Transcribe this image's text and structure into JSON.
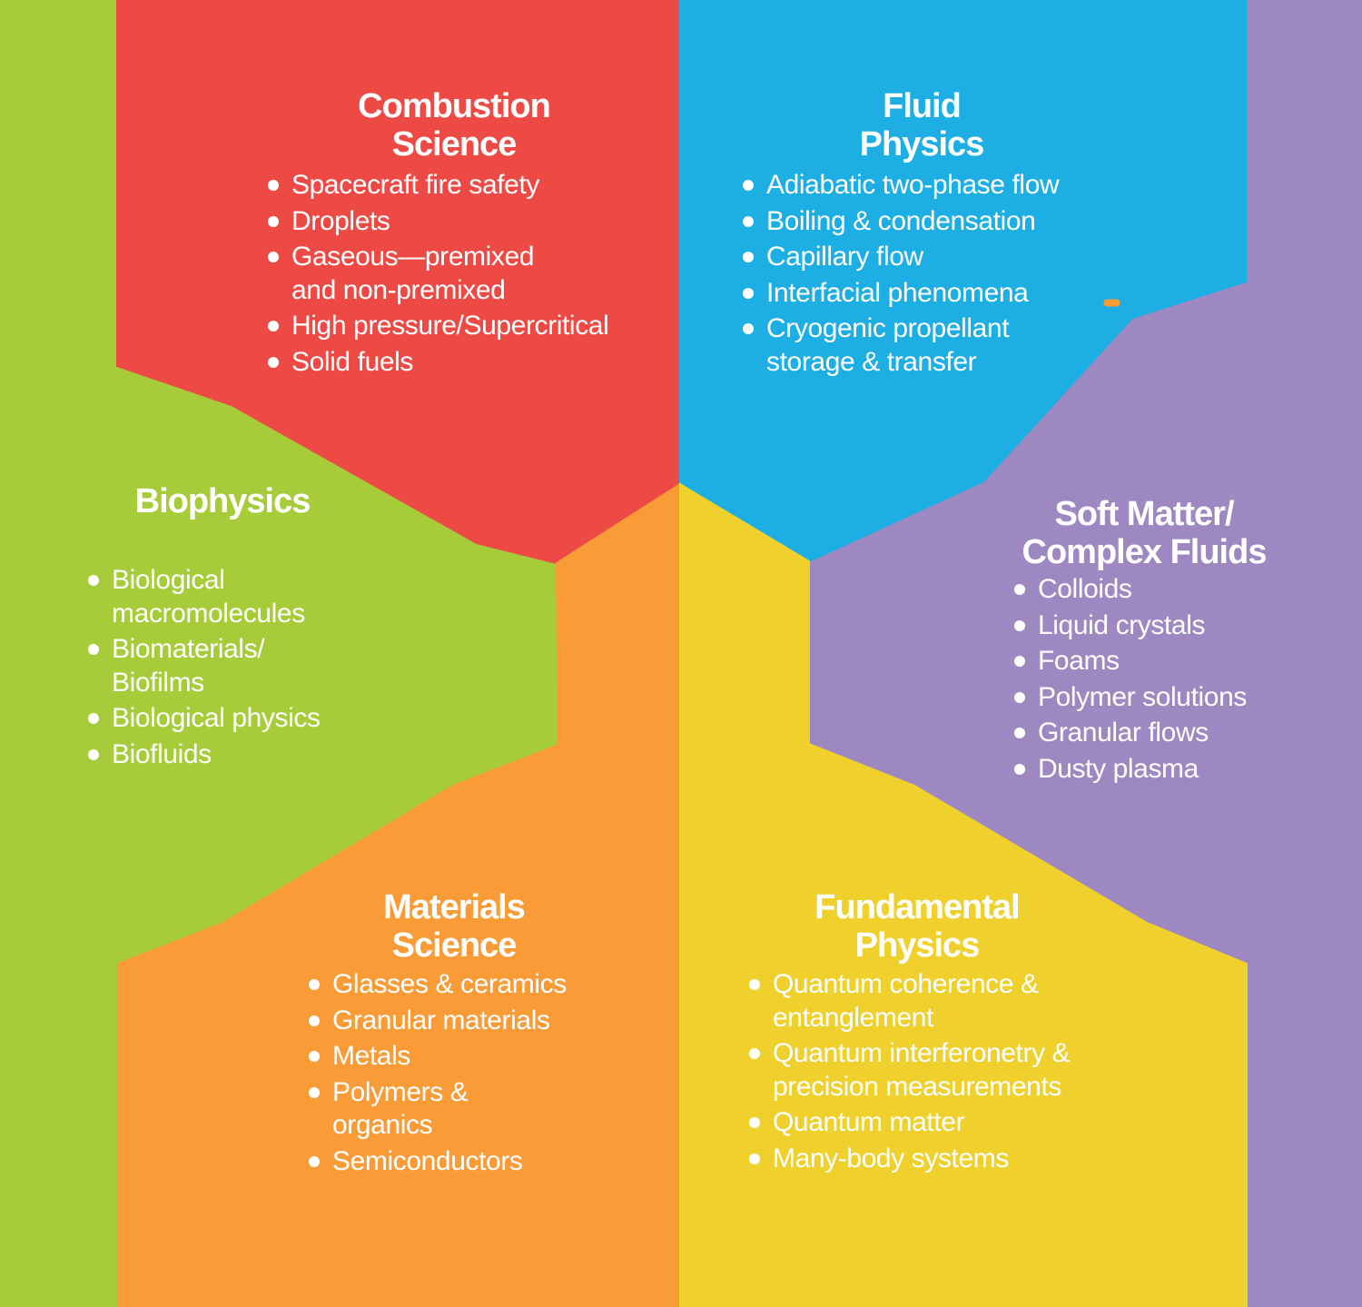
{
  "palette": {
    "red": "#EE4A45",
    "blue": "#1DAEE4",
    "green": "#A6CD39",
    "orange": "#F99C37",
    "yellow": "#F0CE2E",
    "purple": "#9D88C1",
    "text": "#FFFFFF"
  },
  "artifact": {
    "dash_color": "#F99C37"
  },
  "sections": [
    {
      "id": "combustion-science",
      "color": "#EE4A45",
      "title_line1": "Combustion",
      "title_line2": "Science",
      "items": [
        [
          "Spacecraft fire safety"
        ],
        [
          "Droplets"
        ],
        [
          "Gaseous—premixed",
          "and non-premixed"
        ],
        [
          "High pressure/Supercritical"
        ],
        [
          "Solid fuels"
        ]
      ]
    },
    {
      "id": "fluid-physics",
      "color": "#1DAEE4",
      "title_line1": "Fluid",
      "title_line2": "Physics",
      "items": [
        [
          "Adiabatic two-phase flow"
        ],
        [
          "Boiling & condensation"
        ],
        [
          "Capillary flow"
        ],
        [
          "Interfacial phenomena"
        ],
        [
          "Cryogenic propellant",
          "storage & transfer"
        ]
      ]
    },
    {
      "id": "biophysics",
      "color": "#A6CD39",
      "title_line1": "Biophysics",
      "title_line2": "",
      "items": [
        [
          "Biological",
          "macromolecules"
        ],
        [
          "Biomaterials/",
          "Biofilms"
        ],
        [
          "Biological physics"
        ],
        [
          "Biofluids"
        ]
      ]
    },
    {
      "id": "soft-matter-complex-fluids",
      "color": "#9D88C1",
      "title_line1": "Soft Matter/",
      "title_line2": "Complex Fluids",
      "items": [
        [
          "Colloids"
        ],
        [
          "Liquid crystals"
        ],
        [
          "Foams"
        ],
        [
          "Polymer solutions"
        ],
        [
          "Granular flows"
        ],
        [
          "Dusty plasma"
        ]
      ]
    },
    {
      "id": "materials-science",
      "color": "#F99C37",
      "title_line1": "Materials",
      "title_line2": "Science",
      "items": [
        [
          "Glasses & ceramics"
        ],
        [
          "Granular materials"
        ],
        [
          "Metals"
        ],
        [
          "Polymers &",
          "organics"
        ],
        [
          "Semiconductors"
        ]
      ]
    },
    {
      "id": "fundamental-physics",
      "color": "#EFD02D",
      "title_line1": "Fundamental",
      "title_line2": "Physics",
      "items": [
        [
          "Quantum coherence &",
          "entanglement"
        ],
        [
          "Quantum interferonetry &",
          "precision measurements"
        ],
        [
          "Quantum matter"
        ],
        [
          "Many-body systems"
        ]
      ]
    }
  ]
}
